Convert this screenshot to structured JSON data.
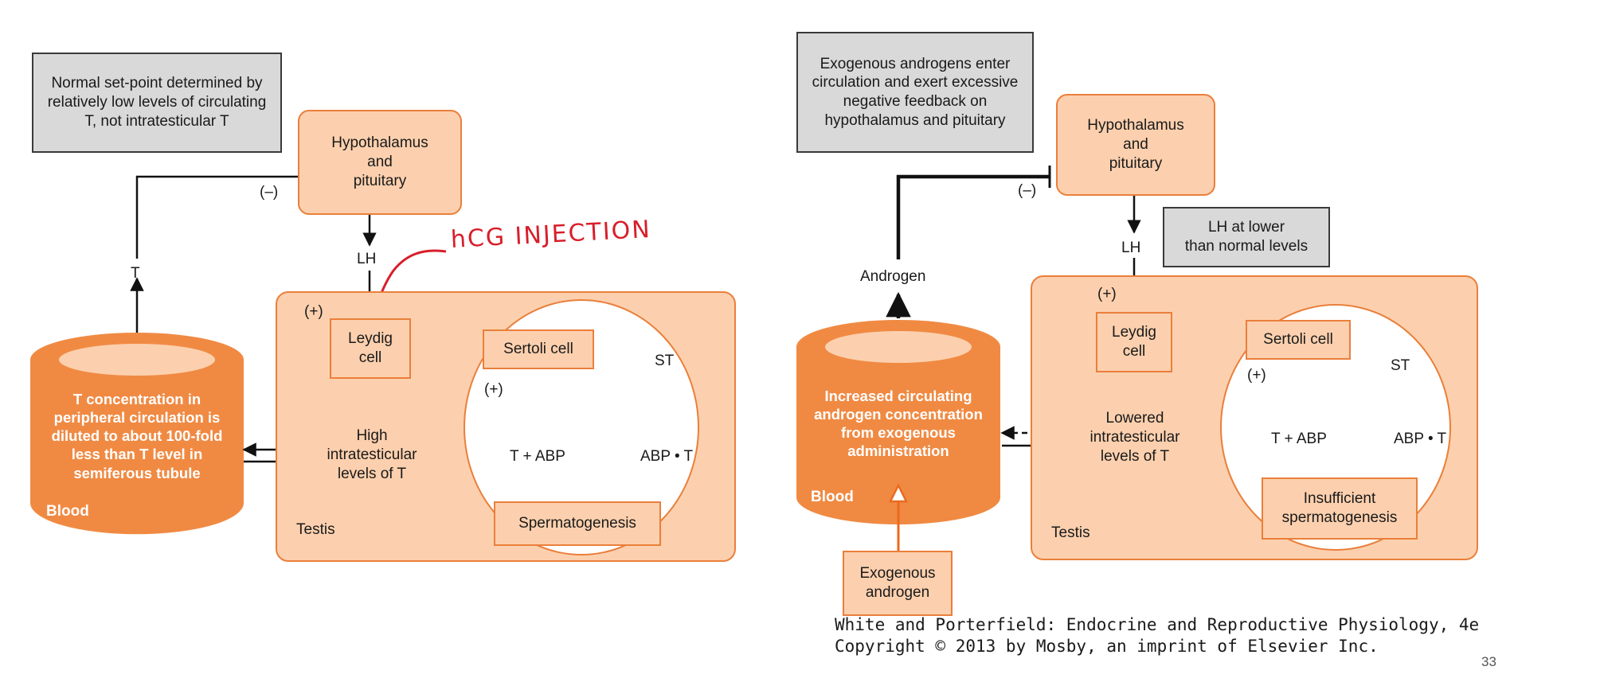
{
  "left": {
    "note": "Normal set-point determined by relatively low levels of circulating T, not intratesticular T",
    "hypothalamus": "Hypothalamus\nand\npituitary",
    "neg": "(–)",
    "lh": "LH",
    "t_arrow": "T",
    "pos": "(+)",
    "leydig": "Leydig\ncell",
    "high_t": "High\nintratesticular\nlevels of T",
    "sertoli": "Sertoli cell",
    "st": "ST",
    "pos_inner": "(+)",
    "t_abp": "T + ABP",
    "abp_t": "ABP • T",
    "spermatogenesis": "Spermatogenesis",
    "testis": "Testis",
    "blood_text": "T concentration in peripheral circulation is diluted to about 100-fold less than T level in semiferous tubule",
    "blood": "Blood",
    "annotation": "hCG INJECTION"
  },
  "right": {
    "note": "Exogenous androgens enter circulation and exert excessive negative feedback on hypothalamus and pituitary",
    "hypothalamus": "Hypothalamus\nand\npituitary",
    "neg": "(–)",
    "lh": "LH",
    "lh_note": "LH at lower\nthan normal levels",
    "androgen": "Androgen",
    "pos": "(+)",
    "leydig": "Leydig\ncell",
    "lowered_t": "Lowered\nintratesticular\nlevels of T",
    "sertoli": "Sertoli cell",
    "st": "ST",
    "pos_inner": "(+)",
    "t_abp": "T + ABP",
    "abp_t": "ABP • T",
    "insufficient": "Insufficient\nspermatogenesis",
    "testis": "Testis",
    "blood_text": "Increased circulating androgen concentration from exogenous administration",
    "blood": "Blood",
    "exogenous": "Exogenous\nandrogen"
  },
  "credit": {
    "line1": "White and Porterfield: Endocrine and Reproductive Physiology, 4e",
    "line2": "Copyright © 2013 by Mosby, an imprint of Elsevier Inc."
  },
  "page_number": "33",
  "colors": {
    "orange_dark": "#f08a43",
    "orange_light": "#fcd0ae",
    "orange_border": "#ea7f3b",
    "gray_box": "#d9d9d9",
    "annotation_red": "#d81e2a"
  }
}
